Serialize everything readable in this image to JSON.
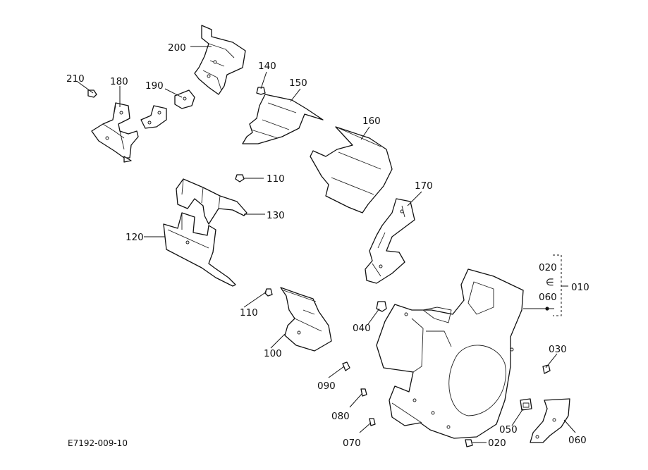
{
  "callouts": {
    "c200": "200",
    "c210": "210",
    "c180": "180",
    "c190": "190",
    "c140": "140",
    "c150": "150",
    "c160": "160",
    "c110a": "110",
    "c130": "130",
    "c120": "120",
    "c170": "170",
    "c020a": "020",
    "c060a": "060",
    "c010": "010",
    "c110b": "110",
    "c040": "040",
    "c100": "100",
    "c030": "030",
    "c090": "090",
    "c080": "080",
    "c050": "050",
    "c060b": "060",
    "c070": "070",
    "c020b": "020"
  },
  "range_separator": "∈",
  "diagram_code": "E7192-009-10"
}
